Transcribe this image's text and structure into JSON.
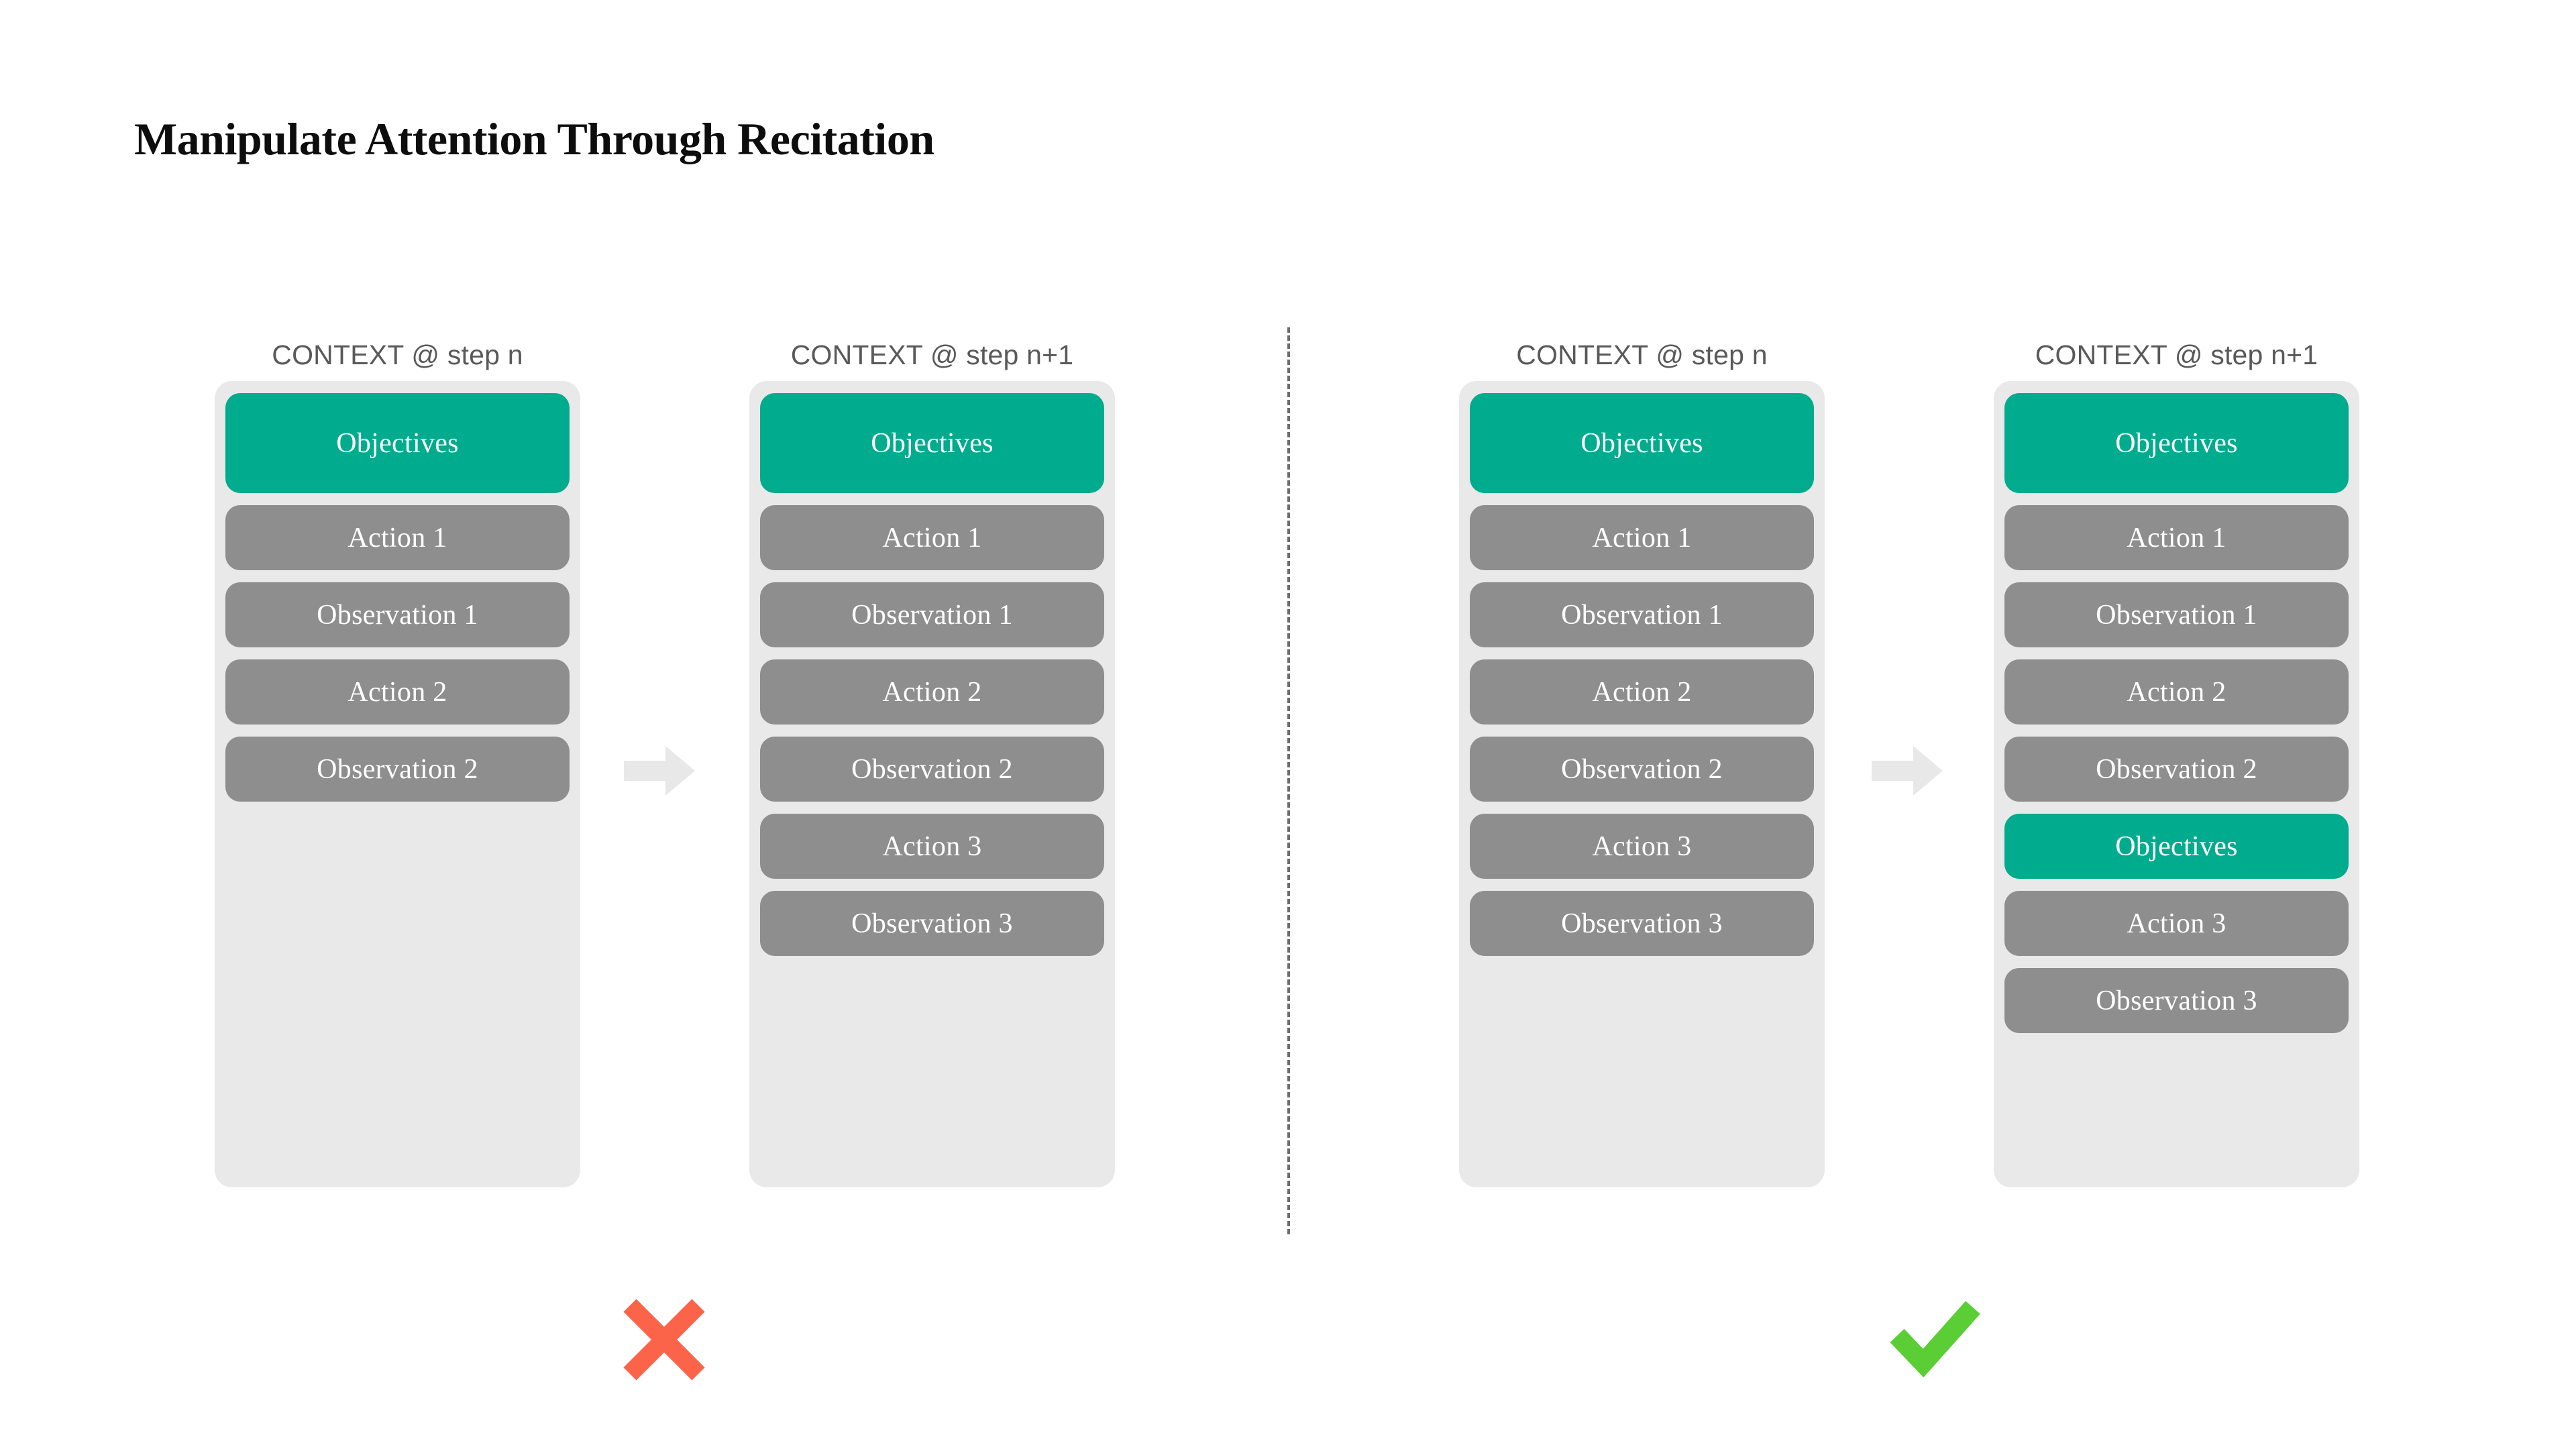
{
  "slide": {
    "title": "Manipulate Attention Through Recitation",
    "background_color": "#ffffff"
  },
  "colors": {
    "objective_green": "#00ab8e",
    "chip_gray": "#8e8e8e",
    "panel_gray": "#e9e9e9",
    "arrow_gray": "#e8e8e8",
    "header_text": "#595959",
    "cross_red": "#fb6449",
    "check_green": "#5bcd35",
    "divider_gray": "#6d6d6d",
    "title_text": "#0d0d0d"
  },
  "columns": [
    {
      "header": "CONTEXT @ step n",
      "chips": [
        {
          "label": "Objectives",
          "kind": "objective-tall"
        },
        {
          "label": "Action 1",
          "kind": "normal"
        },
        {
          "label": "Observation 1",
          "kind": "normal"
        },
        {
          "label": "Action 2",
          "kind": "normal"
        },
        {
          "label": "Observation 2",
          "kind": "normal"
        }
      ]
    },
    {
      "header": "CONTEXT @ step n+1",
      "chips": [
        {
          "label": "Objectives",
          "kind": "objective-tall"
        },
        {
          "label": "Action 1",
          "kind": "normal"
        },
        {
          "label": "Observation 1",
          "kind": "normal"
        },
        {
          "label": "Action 2",
          "kind": "normal"
        },
        {
          "label": "Observation 2",
          "kind": "normal"
        },
        {
          "label": "Action 3",
          "kind": "normal"
        },
        {
          "label": "Observation 3",
          "kind": "normal"
        }
      ]
    },
    {
      "header": "CONTEXT @ step n",
      "chips": [
        {
          "label": "Objectives",
          "kind": "objective-tall"
        },
        {
          "label": "Action 1",
          "kind": "normal"
        },
        {
          "label": "Observation 1",
          "kind": "normal"
        },
        {
          "label": "Action 2",
          "kind": "normal"
        },
        {
          "label": "Observation 2",
          "kind": "normal"
        },
        {
          "label": "Action 3",
          "kind": "normal"
        },
        {
          "label": "Observation 3",
          "kind": "normal"
        }
      ]
    },
    {
      "header": "CONTEXT @ step n+1",
      "chips": [
        {
          "label": "Objectives",
          "kind": "objective-tall"
        },
        {
          "label": "Action 1",
          "kind": "normal"
        },
        {
          "label": "Observation 1",
          "kind": "normal"
        },
        {
          "label": "Action 2",
          "kind": "normal"
        },
        {
          "label": "Observation 2",
          "kind": "normal"
        },
        {
          "label": "Objectives",
          "kind": "objective"
        },
        {
          "label": "Action 3",
          "kind": "normal"
        },
        {
          "label": "Observation 3",
          "kind": "normal"
        }
      ]
    }
  ],
  "arrows": [
    {
      "icon": "right-arrow-icon"
    },
    {
      "icon": "right-arrow-icon"
    }
  ],
  "verdicts": [
    {
      "icon": "cross-mark-icon",
      "meaning": "incorrect"
    },
    {
      "icon": "check-mark-icon",
      "meaning": "correct"
    }
  ]
}
